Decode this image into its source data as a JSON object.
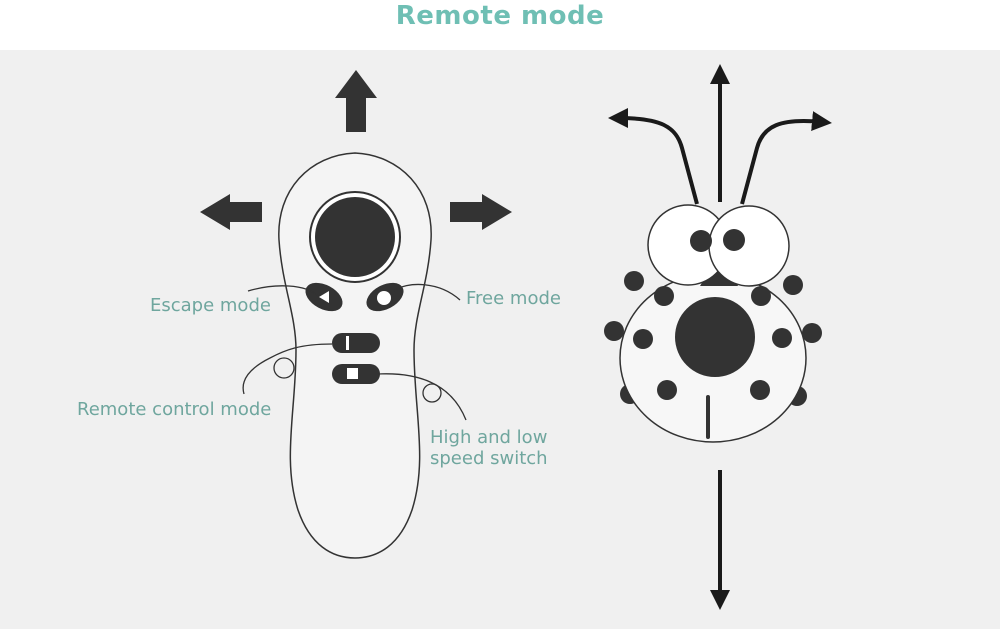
{
  "title": "Remote mode",
  "labels": {
    "escape_mode": "Escape mode",
    "free_mode": "Free mode",
    "remote_control_mode": "Remote control mode",
    "speed_switch_line1": "High and low",
    "speed_switch_line2": "speed switch"
  },
  "colors": {
    "title": "#6fbfb4",
    "label": "#6fa69e",
    "dark": "#333333",
    "background": "#f0f0f0"
  },
  "icons": [
    "arrow-up-icon",
    "arrow-left-icon",
    "arrow-right-icon",
    "play-triangle-icon",
    "circle-icon",
    "bar-icon",
    "square-icon",
    "curved-arrow-icon",
    "straight-arrow-icon"
  ]
}
